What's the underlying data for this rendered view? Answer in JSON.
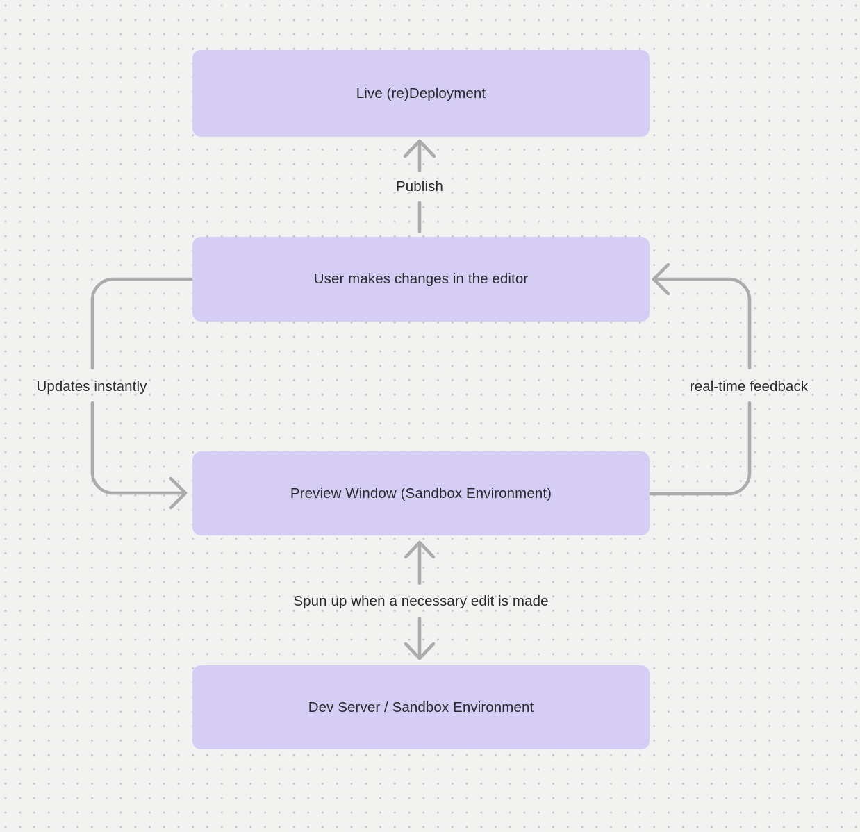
{
  "diagram": {
    "nodes": [
      {
        "id": "live-deployment",
        "label": "Live (re)Deployment"
      },
      {
        "id": "user-editor",
        "label": "User makes changes in the editor"
      },
      {
        "id": "preview-window",
        "label": "Preview Window (Sandbox Environment)"
      },
      {
        "id": "dev-server",
        "label": "Dev Server / Sandbox Environment"
      }
    ],
    "edges": [
      {
        "label": "Publish",
        "from": "user-editor",
        "to": "live-deployment",
        "direction": "one-way"
      },
      {
        "label": "Updates instantly",
        "from": "user-editor",
        "to": "preview-window",
        "direction": "one-way"
      },
      {
        "label": "real-time feedback",
        "from": "preview-window",
        "to": "user-editor",
        "direction": "one-way"
      },
      {
        "label": "Spun up when a necessary edit is made",
        "from": "preview-window",
        "to": "dev-server",
        "direction": "two-way"
      }
    ],
    "colors": {
      "canvas_bg": "#F2F2F1",
      "dot_color": "#C6C6C6",
      "node_fill": "#D6CDF4",
      "arrow_color": "#ABABAB",
      "text_color": "#2A2A2E"
    }
  }
}
